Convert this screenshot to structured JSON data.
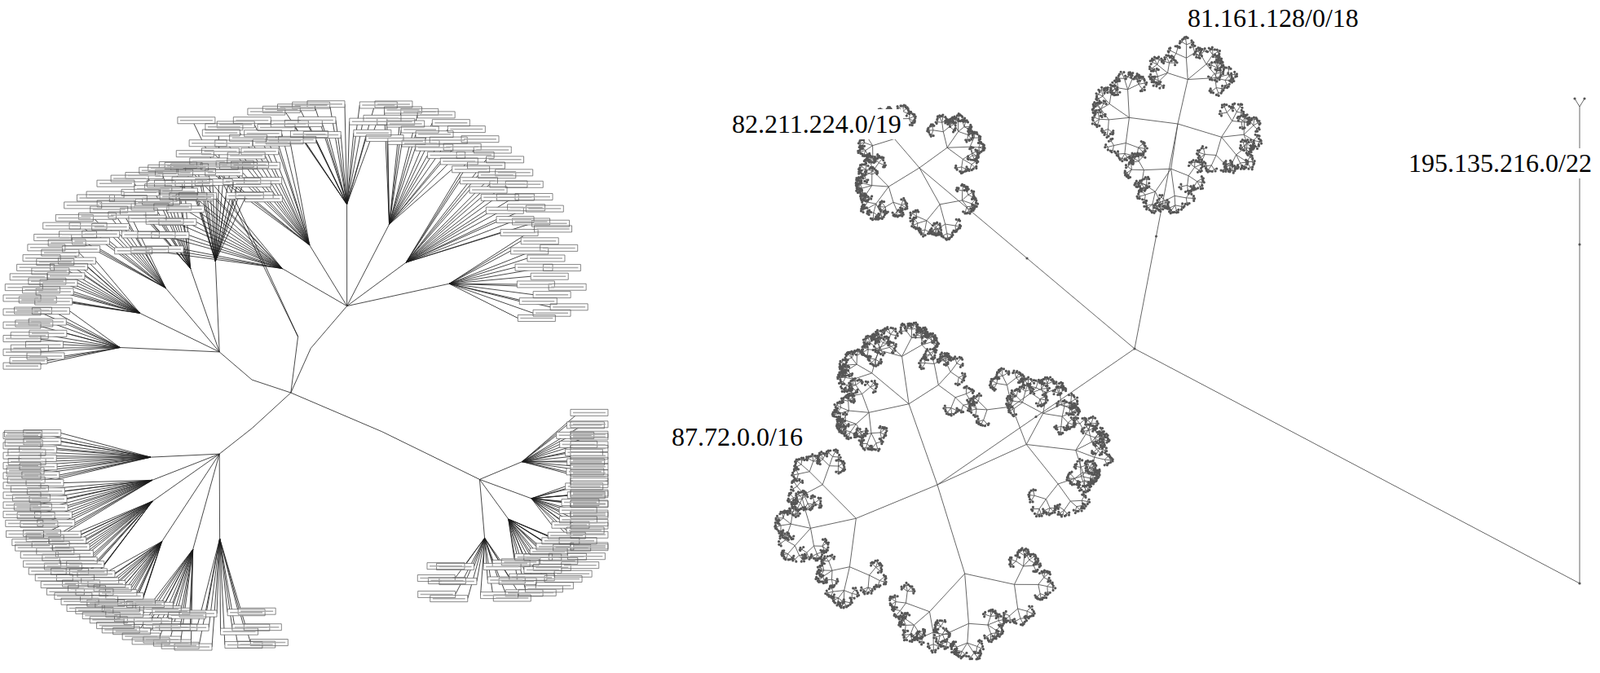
{
  "diagram": {
    "labels": [
      "81.161.128/0/18",
      "82.211.224.0/19",
      "195.135.216.0/22",
      "87.72.0.0/16"
    ]
  }
}
